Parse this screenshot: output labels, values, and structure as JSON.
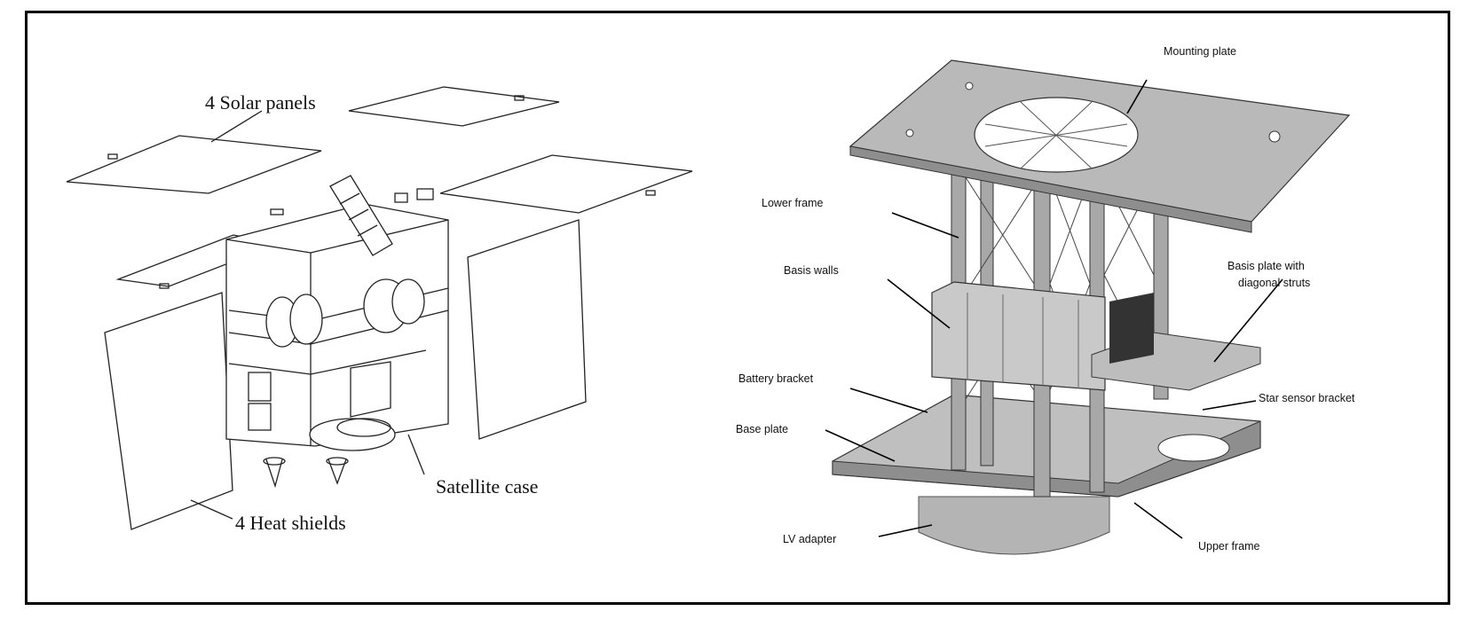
{
  "left_figure": {
    "labels": {
      "solar_panels": "4 Solar panels",
      "satellite_case": "Satellite case",
      "heat_shields": "4 Heat shields"
    }
  },
  "right_figure": {
    "labels": {
      "mounting_plate": "Mounting plate",
      "lower_frame": "Lower frame",
      "basis_walls": "Basis walls",
      "basis_plate_line1": "Basis plate with",
      "basis_plate_line2": "diagonal struts",
      "battery_bracket": "Battery bracket",
      "star_sensor_bracket": "Star sensor bracket",
      "base_plate": "Base plate",
      "lv_adapter": "LV adapter",
      "upper_frame": "Upper frame"
    }
  },
  "colors": {
    "line": "#222222",
    "plate_gray": "#b9b9b9",
    "plate_dark": "#8e8e8e",
    "frame_gray": "#a8a8a8"
  }
}
